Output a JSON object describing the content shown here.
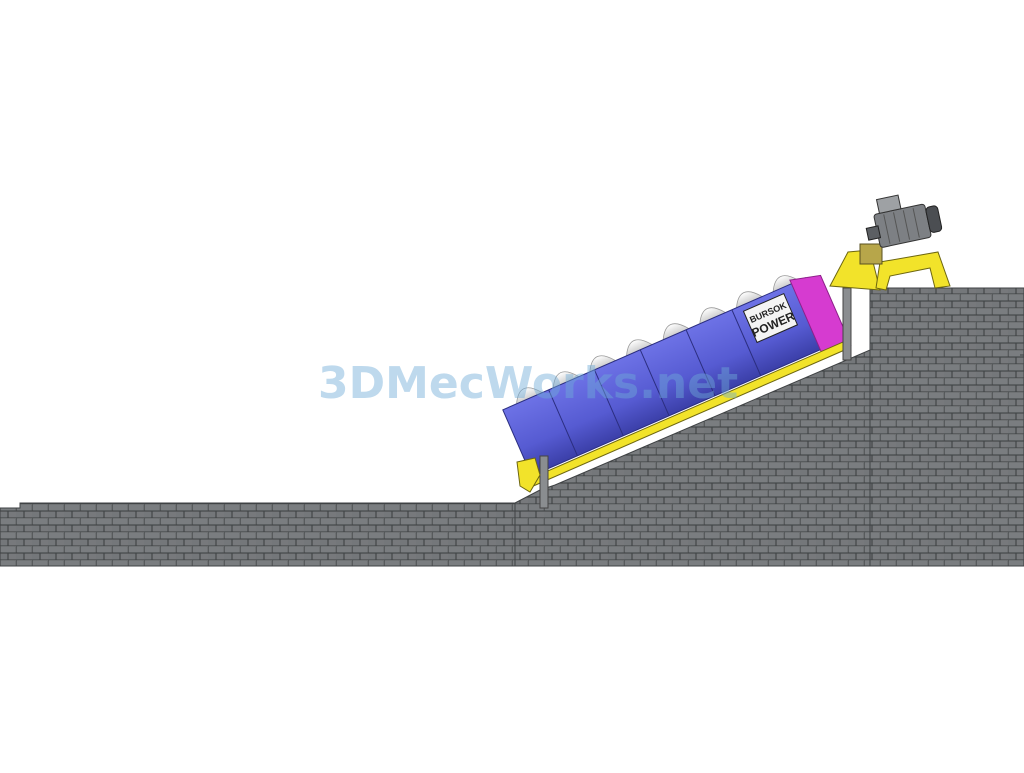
{
  "watermark": {
    "text": "3DMecWorks.net"
  },
  "machine": {
    "brand_line1": "BURSOK",
    "brand_line2": "POWER"
  },
  "colors": {
    "background": "#ffffff",
    "stone": "#6b6e70",
    "stone_joint": "#3f4244",
    "trough_blue": "#5a5fd6",
    "trough_dark": "#3b3fa8",
    "flange_magenta": "#d63bd0",
    "frame_yellow": "#f2e32a",
    "post_gray": "#8a8d90",
    "motor_gray": "#7d8084",
    "flight_white": "#ececec"
  }
}
